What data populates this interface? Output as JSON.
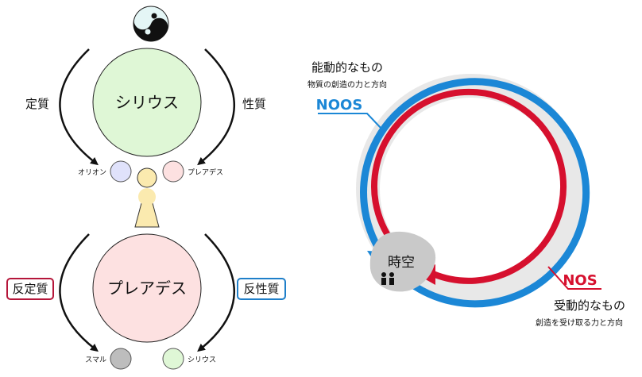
{
  "left_diagram": {
    "top_circle_label": "シリウス",
    "bottom_circle_label": "プレアデス",
    "top_left_arc_label": "定質",
    "top_right_arc_label": "性質",
    "bottom_left_arc_label": "反定質",
    "bottom_right_arc_label": "反性質",
    "top_small_left_label": "オリオン",
    "top_small_right_label": "プレアデス",
    "bottom_small_left_label": "スマル",
    "bottom_small_right_label": "シリウス",
    "colors": {
      "sirius_fill": "#dff7d6",
      "pleiades_fill": "#fde1e1",
      "orion_fill": "#e0e2fb",
      "sumaru_fill": "#bdbdbd",
      "keyhole_fill": "#fbeaaf",
      "anti_definite_border": "#b5163a",
      "anti_nature_border": "#1f7fc9"
    }
  },
  "right_diagram": {
    "active_title": "能動的なもの",
    "active_sub": "物質の創造の力と方向",
    "noos_label": "NOOS",
    "nos_label": "NOS",
    "passive_title": "受動的なもの",
    "passive_sub": "創造を受け取る力と方向",
    "center_label": "時空",
    "colors": {
      "noos_blue": "#1b87d6",
      "nos_red": "#d6102e",
      "halo_gray": "#e8e8e8",
      "center_blob": "#c9c9c9"
    }
  }
}
